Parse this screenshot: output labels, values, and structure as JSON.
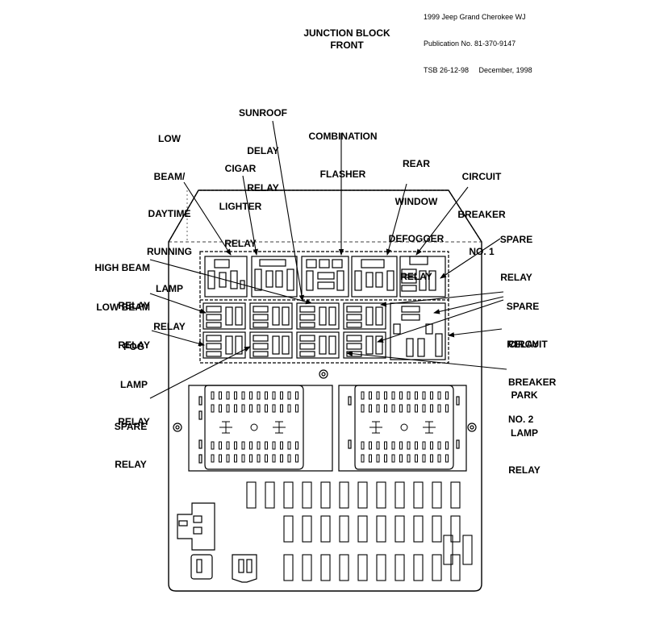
{
  "header": {
    "line1": "1999 Jeep Grand Cherokee WJ",
    "line2": "Publication No. 81-370-9147",
    "line3_left": "TSB 26-12-98",
    "line3_right": "December, 1998"
  },
  "title": {
    "line1": "JUNCTION BLOCK",
    "line2": "FRONT"
  },
  "labels": {
    "low_beam_drl": [
      "LOW",
      "BEAM/",
      "DAYTIME",
      "RUNNING",
      "LAMP",
      "RELAY"
    ],
    "cigar_lighter": [
      "CIGAR",
      "LIGHTER",
      "RELAY"
    ],
    "sunroof_delay": [
      "SUNROOF",
      "DELAY",
      "RELAY"
    ],
    "combination_flasher": [
      "COMBINATION",
      "FLASHER"
    ],
    "rear_window_defogger": [
      "REAR",
      "WINDOW",
      "DEFOGGER",
      "RELAY"
    ],
    "circuit_breaker_1": [
      "CIRCUIT",
      "BREAKER",
      "NO. 1"
    ],
    "spare_relay_1": [
      "SPARE",
      "RELAY"
    ],
    "high_beam": [
      "HIGH BEAM",
      "RELAY"
    ],
    "low_beam": [
      "LOW BEAM",
      "RELAY"
    ],
    "spare_relay_2": [
      "SPARE",
      "RELAY"
    ],
    "fog_lamp": [
      "FOG",
      "LAMP",
      "RELAY"
    ],
    "circuit_breaker_2": [
      "CIRCUIT",
      "BREAKER",
      "NO. 2"
    ],
    "park_lamp": [
      "PARK",
      "LAMP",
      "RELAY"
    ],
    "spare_relay_3": [
      "SPARE",
      "RELAY"
    ]
  }
}
